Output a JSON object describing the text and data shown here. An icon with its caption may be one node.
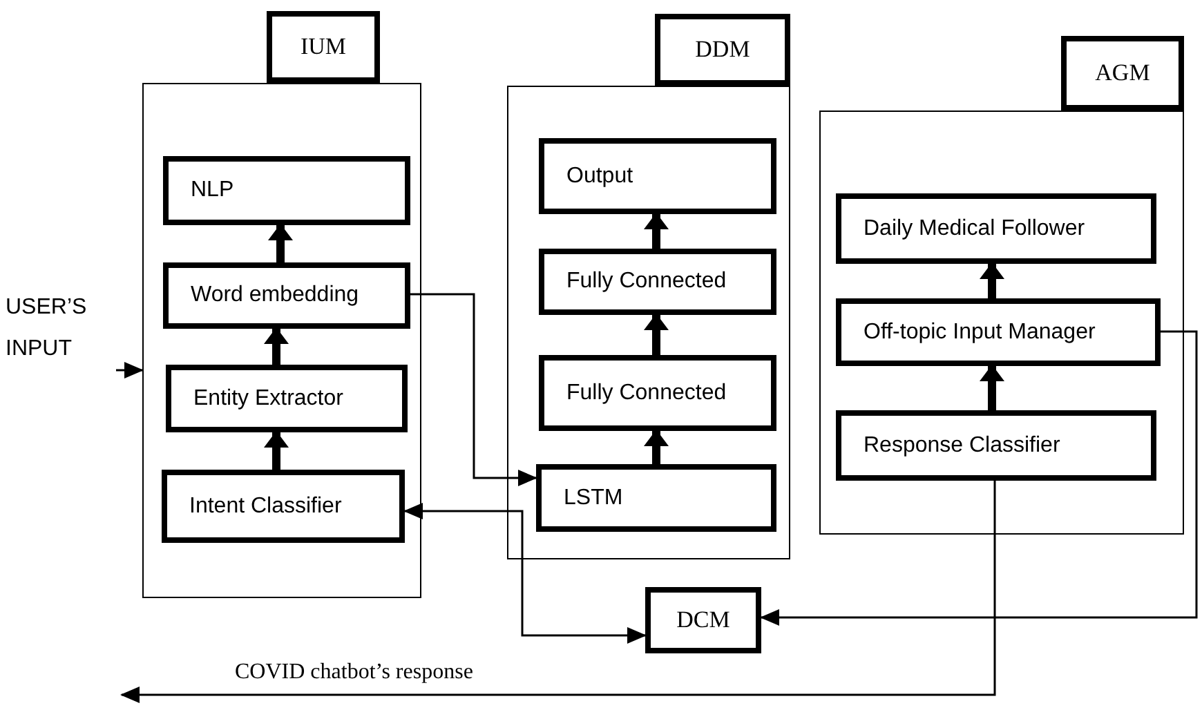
{
  "diagram": {
    "nodes": [
      {
        "text": [
          "IUM"
        ]
      },
      {
        "text": [],
        "shape": "box"
      },
      {
        "text": [
          "NLP"
        ],
        "in": 1
      },
      {
        "text": [
          "Word embedding"
        ],
        "in": 1
      },
      {
        "text": [
          "Entity Extractor"
        ],
        "in": 1
      },
      {
        "text": [
          "Intent Classifier"
        ],
        "in": 1
      },
      {
        "text": [
          "DDM"
        ]
      },
      {
        "text": [],
        "shape": "box"
      },
      {
        "text": [
          "Output"
        ],
        "in": 7
      },
      {
        "text": [
          "Fully Connected"
        ],
        "in": 7
      },
      {
        "text": [
          "Fully Connected"
        ],
        "in": 7
      },
      {
        "text": [
          "LSTM"
        ],
        "in": 7
      },
      {
        "text": [
          "AGM"
        ]
      },
      {
        "text": [],
        "shape": "box"
      },
      {
        "text": [
          "Daily Medical  Follower"
        ],
        "in": 13
      },
      {
        "text": [
          "Off-topic Input Manager"
        ],
        "in": 13
      },
      {
        "text": [
          "Response Classifier"
        ],
        "in": 13
      },
      {
        "text": [
          "DCM"
        ]
      },
      {
        "text": [
          "USER’S INPUT"
        ]
      }
    ],
    "edges": [
      {
        "from": 18,
        "to": 1,
        "arrow": "to"
      },
      {
        "from": 5,
        "to": 4,
        "arrow": "to"
      },
      {
        "from": 4,
        "to": 3,
        "arrow": "to"
      },
      {
        "from": 3,
        "to": 2,
        "arrow": "to"
      },
      {
        "from": 3,
        "to": 11,
        "arrow": "to"
      },
      {
        "from": 11,
        "to": 10,
        "arrow": "to"
      },
      {
        "from": 10,
        "to": 9,
        "arrow": "to"
      },
      {
        "from": 9,
        "to": 8,
        "arrow": "to"
      },
      {
        "from": 16,
        "to": 15,
        "arrow": "to"
      },
      {
        "from": 15,
        "to": 14,
        "arrow": "to"
      },
      {
        "from": 17,
        "to": 5,
        "arrow": "both"
      },
      {
        "from": 15,
        "to": 17,
        "arrow": "to"
      },
      {
        "from": 16,
        "to": null,
        "arrow": "to",
        "label": "COVID chatbot’s response"
      }
    ]
  }
}
